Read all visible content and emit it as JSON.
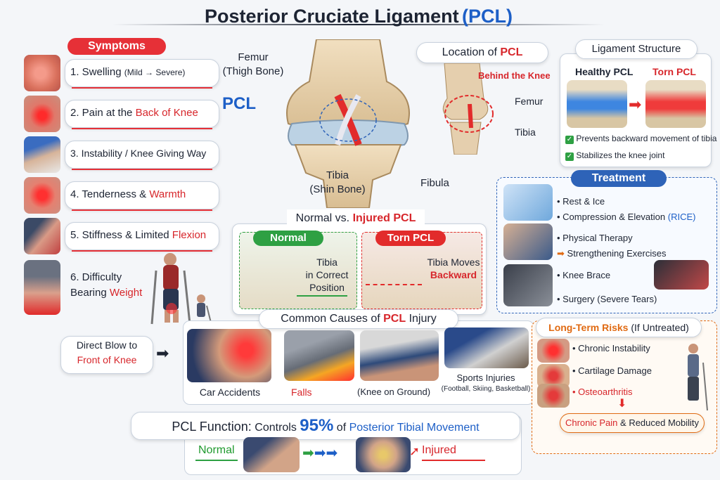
{
  "title": {
    "main": "Posterior Cruciate Ligament",
    "abbr": "(PCL)"
  },
  "symptoms": {
    "header": "Symptoms",
    "items": [
      {
        "a": "1. Swelling",
        "b": "(Mild → Severe)",
        "c": ""
      },
      {
        "a": "2. Pain at the",
        "b": "Back of Knee",
        "c": ""
      },
      {
        "a": "3. Instability / Knee Giving Way",
        "b": "",
        "c": ""
      },
      {
        "a": "4. Tenderness &",
        "b": "Warmth",
        "c": ""
      },
      {
        "a": "5. Stiffness & Limited",
        "b": "Flexion",
        "c": ""
      },
      {
        "a": "6. Difficulty",
        "b": "Bearing",
        "c": "Weight"
      }
    ]
  },
  "knee": {
    "femur": "Femur",
    "femur_sub": "(Thigh Bone)",
    "pcl": "PCL",
    "tibia": "Tibia",
    "tibia_sub": "(Shin Bone)",
    "fibula": "Fibula"
  },
  "location": {
    "title": "Location of",
    "title_pcl": "PCL",
    "behind": "Behind the Knee",
    "femur": "Femur",
    "tibia": "Tibia"
  },
  "structure": {
    "title": "Ligament Structure",
    "healthy": "Healthy PCL",
    "torn": "Torn PCL",
    "check1": "Prevents backward movement of tibia",
    "check2": "Stabilizes the knee joint"
  },
  "normal_vs": {
    "title": "Normal vs.",
    "title_injured": "Injured PCL",
    "normal_label": "Normal",
    "torn_label": "Torn PCL",
    "normal_text1": "Tibia",
    "normal_text2": "in Correct",
    "normal_text3": "Position",
    "torn_text1": "Tibia Moves",
    "torn_text2": "Backward"
  },
  "treatment": {
    "title": "Treatment",
    "items": [
      {
        "a": "• Rest & Ice",
        "b": "• Compression & Elevation",
        "c": "(RICE)"
      },
      {
        "a": "• Physical Therapy",
        "b": "Strengthening Exercises",
        "c": ""
      },
      {
        "a": "• Knee Brace",
        "b": "",
        "c": ""
      },
      {
        "a": "• Surgery (Severe Tears)",
        "b": "",
        "c": ""
      }
    ]
  },
  "causes": {
    "title": "Common Causes of",
    "title_pcl": "PCL",
    "title_end": "Injury",
    "direct1": "Direct Blow to",
    "direct2": "Front of Knee",
    "car": "Car Accidents",
    "falls": "Falls",
    "knee_ground": "(Knee on Ground)",
    "sports": "Sports Injuries",
    "sports_sub": "(Football, Skiing, Basketball)"
  },
  "risks": {
    "title": "Long-Term Risks",
    "title_sub": "(If Untreated)",
    "items": [
      "• Chronic Instability",
      "• Cartilage Damage",
      "• Osteoarthritis"
    ],
    "final": "Chronic Pain",
    "final2": "& Reduced Mobility"
  },
  "function": {
    "a": "PCL Function:",
    "b": "Controls",
    "pct": "95%",
    "c": "of",
    "d": "Posterior Tibial Movement",
    "normal": "Normal",
    "injured": "Injured"
  },
  "colors": {
    "accent_red": "#d7262b",
    "accent_blue": "#1d5fc7",
    "accent_green": "#1f9a2e",
    "accent_orange": "#e06a12"
  }
}
